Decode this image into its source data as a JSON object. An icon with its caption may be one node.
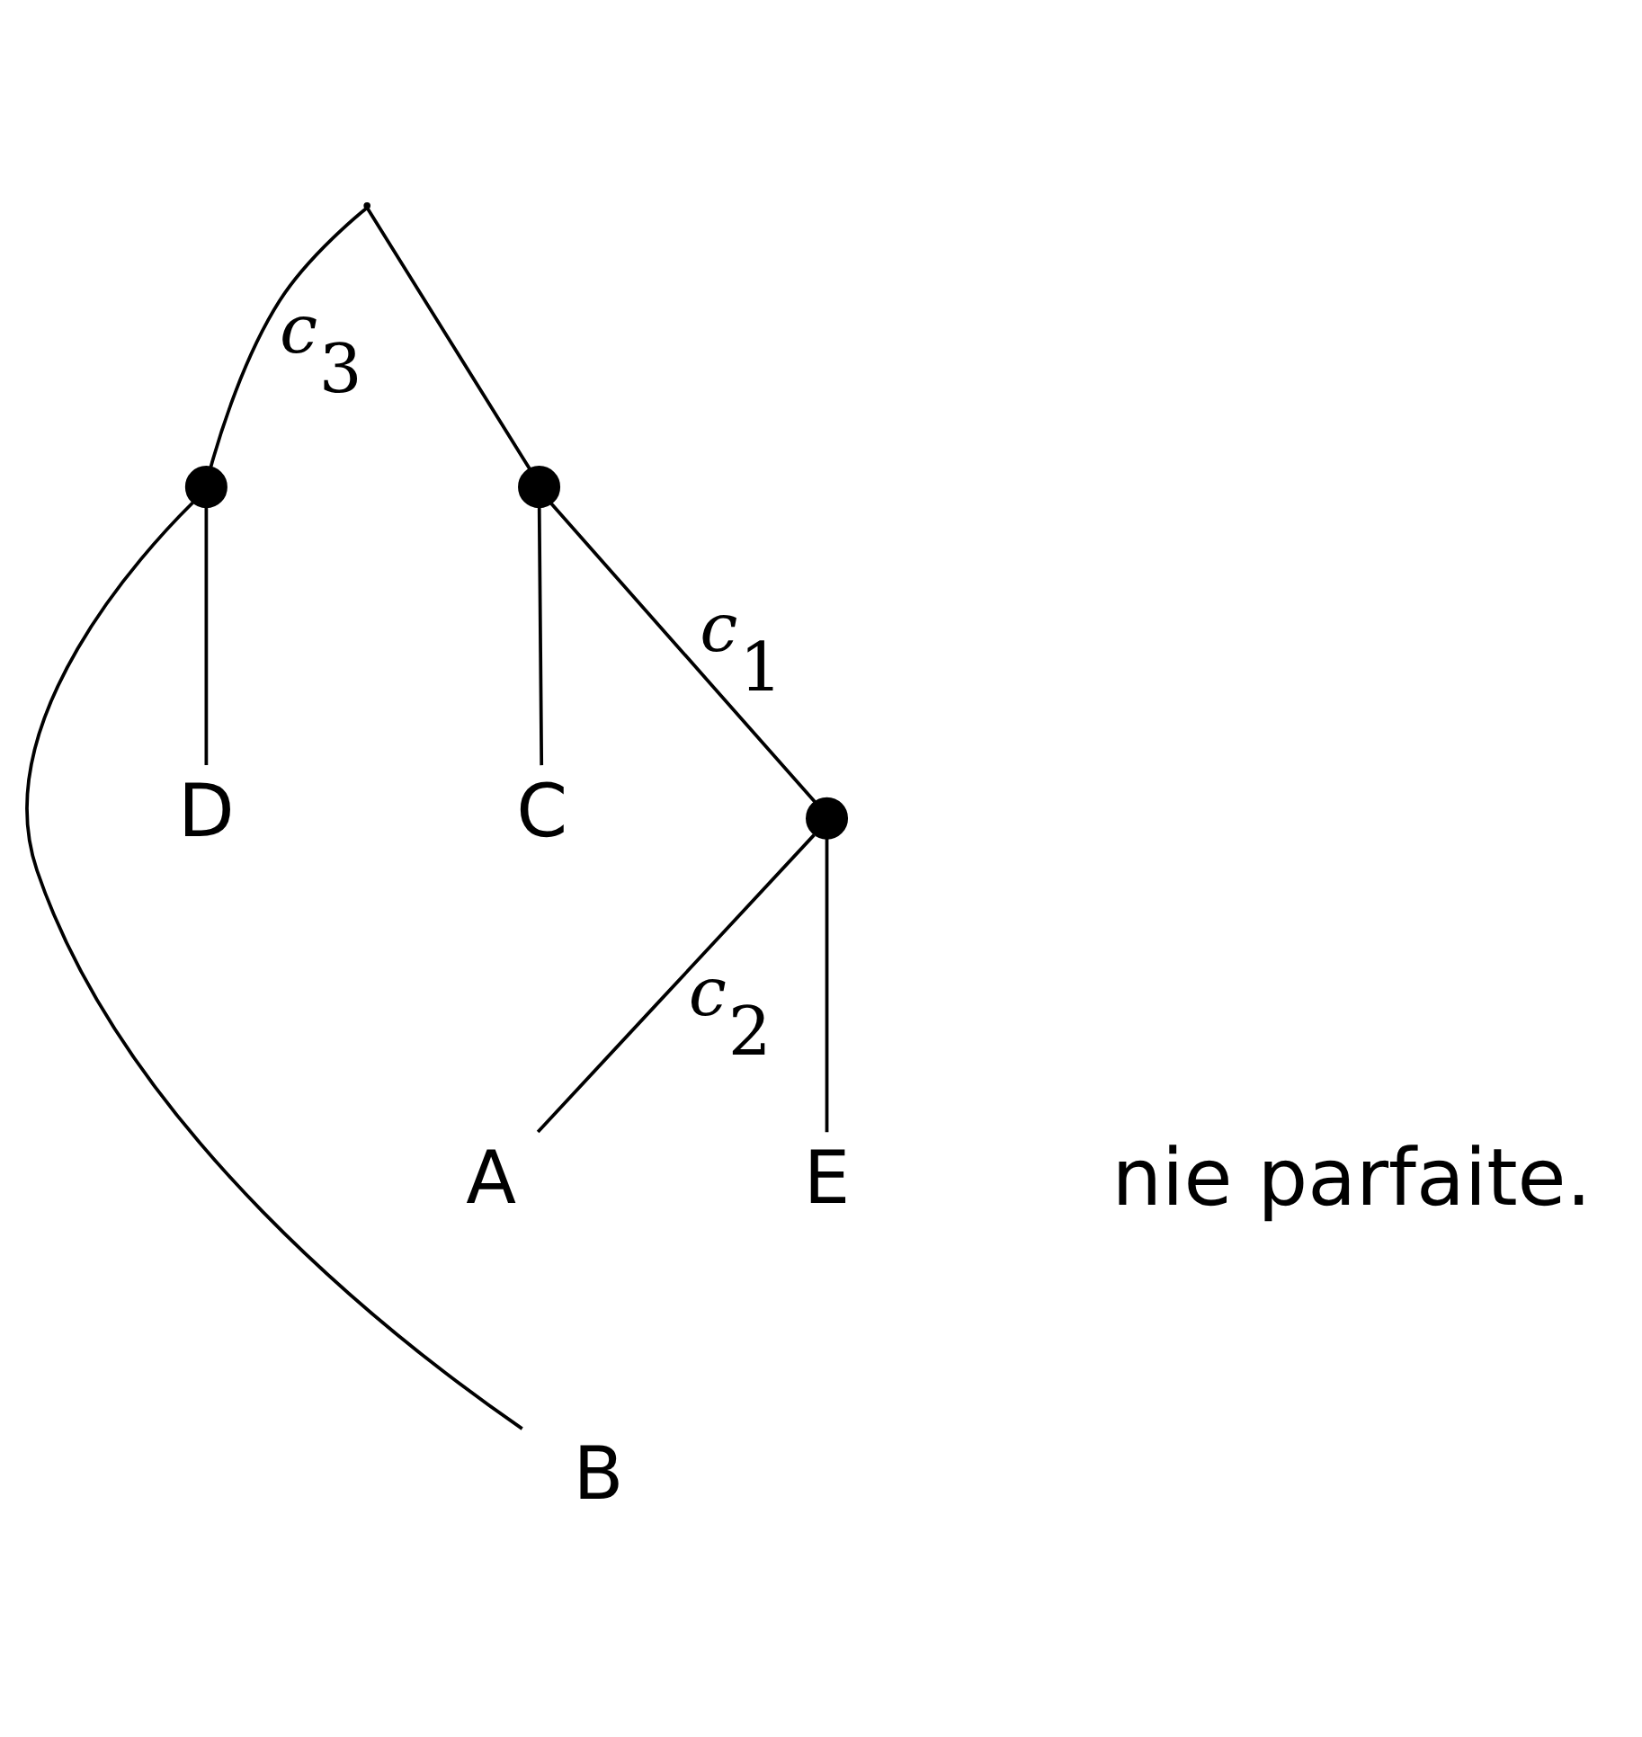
{
  "diagram": {
    "nodes": [
      {
        "text": [],
        "shape": "point"
      },
      {
        "text": [],
        "shape": "circle"
      },
      {
        "text": [],
        "shape": "circle"
      },
      {
        "text": [
          "B"
        ]
      },
      {
        "text": [
          "D"
        ]
      },
      {
        "text": [
          "C"
        ]
      },
      {
        "text": [],
        "shape": "circle"
      },
      {
        "text": [
          "A"
        ]
      },
      {
        "text": [
          "E"
        ]
      }
    ],
    "edges": [
      {
        "from": 0,
        "to": 1,
        "arrow": "none",
        "label": "c$_{3}$"
      },
      {
        "from": 0,
        "to": 2,
        "arrow": "none"
      },
      {
        "from": 1,
        "to": 3,
        "arrow": "none"
      },
      {
        "from": 1,
        "to": 4,
        "arrow": "none"
      },
      {
        "from": 2,
        "to": 5,
        "arrow": "none"
      },
      {
        "from": 2,
        "to": 6,
        "arrow": "none",
        "label": "c$_{1}$"
      },
      {
        "from": 6,
        "to": 7,
        "arrow": "none",
        "label": "c$_{2}$"
      },
      {
        "from": 6,
        "to": 8,
        "arrow": "none"
      }
    ],
    "labels": [
      "nie parfaite."
    ]
  }
}
